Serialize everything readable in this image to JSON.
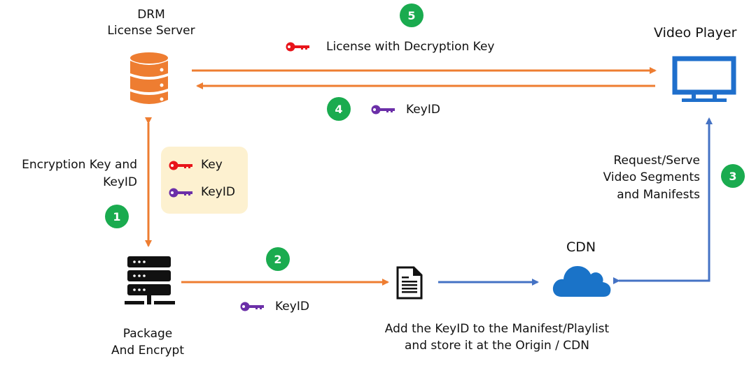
{
  "colors": {
    "orange": "#ee7d31",
    "blue": "#4472c4",
    "monitor_blue": "#1f6fcc",
    "cloud_blue": "#1a73c8",
    "green_badge": "#1aab4f",
    "key_red": "#e8141a",
    "key_purple": "#6b2fa8",
    "legend_bg": "#fdf1d0"
  },
  "nodes": {
    "drm_server": {
      "title_line1": "DRM",
      "title_line2": "License Server",
      "icon": "database-icon"
    },
    "video_player": {
      "title": "Video Player",
      "icon": "monitor-icon"
    },
    "packager": {
      "title_line1": "Package",
      "title_line2": "And Encrypt",
      "icon": "server-icon"
    },
    "cdn": {
      "title": "CDN",
      "icon": "cloud-icon"
    },
    "manifest": {
      "icon": "document-icon",
      "caption_line1": "Add the KeyID to the Manifest/Playlist",
      "caption_line2": "and store it at the Origin / CDN"
    }
  },
  "legend": {
    "items": [
      {
        "label": "Key",
        "icon": "key-red-icon"
      },
      {
        "label": "KeyID",
        "icon": "key-purple-icon"
      }
    ]
  },
  "steps": [
    {
      "number": "1",
      "label_line1": "Encryption Key and",
      "label_line2": "KeyID"
    },
    {
      "number": "2",
      "label": "KeyID",
      "icon": "key-purple-icon"
    },
    {
      "number": "3",
      "label_line1": "Request/Serve",
      "label_line2": "Video Segments",
      "label_line3": "and Manifests"
    },
    {
      "number": "4",
      "label": "KeyID",
      "icon": "key-purple-icon"
    },
    {
      "number": "5",
      "label": "License with Decryption Key",
      "icon": "key-red-icon"
    }
  ]
}
